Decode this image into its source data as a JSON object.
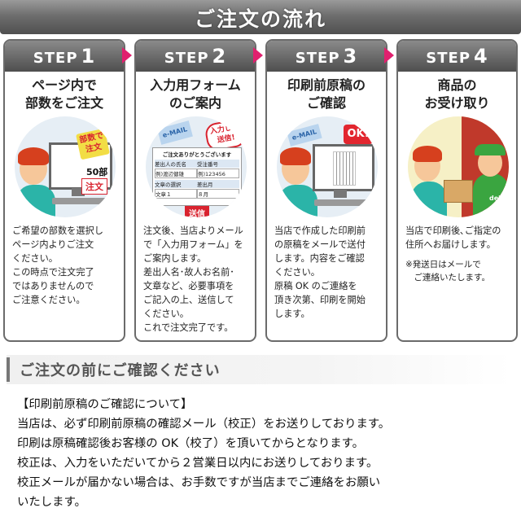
{
  "banner": {
    "title": "ご注文の流れ"
  },
  "steps": [
    {
      "label": "STEP",
      "num": "1",
      "title": [
        "ページ内で",
        "部数をご注文"
      ],
      "art": {
        "badge": "部数で\n注文",
        "count": "50部",
        "order": "注文"
      },
      "text": [
        "ご希望の部数を選択し",
        "ページ内よりご注文",
        "ください。",
        "この時点で注文完了",
        "ではありませんので",
        "ご注意ください。"
      ],
      "note": []
    },
    {
      "label": "STEP",
      "num": "2",
      "title": [
        "入力用フォーム",
        "のご案内"
      ],
      "art": {
        "mail": "e-MAIL",
        "bubble": "入力して\n送信!",
        "form_head": "ご注文ありがとうございます",
        "f1": "差出人の氏名",
        "f2": "受注番号",
        "v1": "例)渡辺健雄",
        "v2": "例)123456",
        "f3": "文章の選択",
        "f4": "差出月",
        "v3": "文章１",
        "v4": "８月",
        "send": "送信"
      },
      "text": [
        "注文後、当店よりメール",
        "で「入力用フォーム」を",
        "ご案内します。",
        "差出人名･故人お名前･",
        "文章など、必要事項を",
        "ご記入の上、送信して",
        "ください。",
        "これで注文完了です。"
      ],
      "note": []
    },
    {
      "label": "STEP",
      "num": "3",
      "title": [
        "印刷前原稿の",
        "ご確認"
      ],
      "art": {
        "mail": "e-MAIL",
        "ok": "OK!"
      },
      "text": [
        "当店で作成した印刷前",
        "の原稿をメールで送付",
        "します。内容をご確認",
        "ください。",
        "原稿 OK のご連絡を",
        "頂き次第、印刷を開始",
        "します。"
      ],
      "note": []
    },
    {
      "label": "STEP",
      "num": "4",
      "title": [
        "商品の",
        "お受け取り"
      ],
      "art": {
        "truck": "deli"
      },
      "text": [
        "当店で印刷後､ご指定の",
        "住所へお届けします。"
      ],
      "note": [
        "※発送日はメールで",
        "　ご連絡いたします。"
      ]
    }
  ],
  "section": {
    "title": "ご注文の前にご確認ください"
  },
  "body": {
    "lines": [
      "【印刷前原稿のご確認について】",
      "当店は、必ず印刷前原稿の確認メール（校正）をお送りしております。",
      "印刷は原稿確認後お客様の OK（校了）を頂いてからとなります。",
      "校正は、入力をいただいてから２営業日以内にお送りしております。",
      "校正メールが届かない場合は、お手数ですが当店までご連絡をお願い",
      "いたします。"
    ]
  },
  "colors": {
    "arrow": "#e0206e",
    "shirt": "#2bb4a8",
    "hair": "#d6401e",
    "badge_red": "#d9232f",
    "ok_red": "#e2262f",
    "delivery_green": "#3aa540",
    "door": "#c0392b"
  }
}
